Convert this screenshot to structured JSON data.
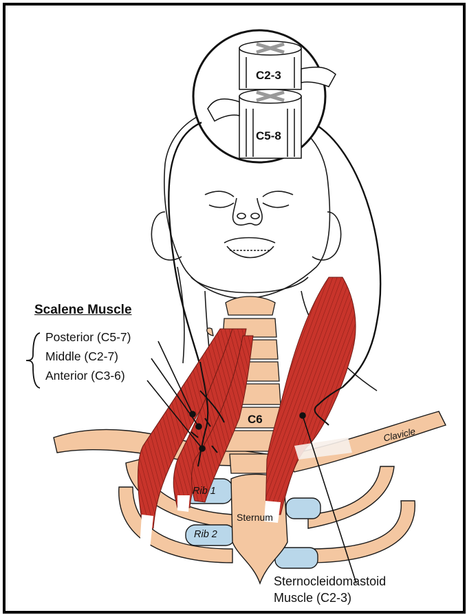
{
  "diagram": {
    "scalene_title": "Scalene Muscle",
    "scalene_items": [
      {
        "label": "Posterior (C5-7)"
      },
      {
        "label": "Middle (C2-7)"
      },
      {
        "label": "Anterior (C3-6)"
      }
    ],
    "spinal_segments": {
      "upper": "C2-3",
      "lower": "C5-8"
    },
    "vertebra_label": "C6",
    "bones": {
      "clavicle": "Clavicle",
      "sternum": "Sternum",
      "rib1": "Rib 1",
      "rib2": "Rib 2"
    },
    "scm_label": {
      "line1": "Sternocleidomastoid",
      "line2": "Muscle (C2-3)"
    },
    "colors": {
      "muscle": "#c8342b",
      "bone": "#f4c7a1",
      "cartilage": "#b9d7ea",
      "outline": "#1a1a1a"
    }
  }
}
